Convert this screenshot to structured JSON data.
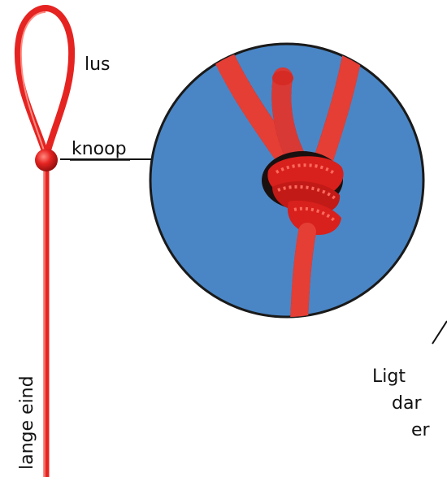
{
  "labels": {
    "loop": "lus",
    "knot": "knoop",
    "long_end": "lange eind",
    "note_line1": "Ligt",
    "note_line2": "dar",
    "note_line3": "er"
  },
  "colors": {
    "rope": "#e52422",
    "rope_dark": "#a5120f",
    "rope_highlight": "#ff6a5e",
    "circle_bg": "#4a86c5",
    "circle_border": "#1a1a1a",
    "leader_line": "#111111"
  },
  "icons": {
    "knot_ball": "red-sphere",
    "detail_view": "magnified-knot-circle"
  }
}
